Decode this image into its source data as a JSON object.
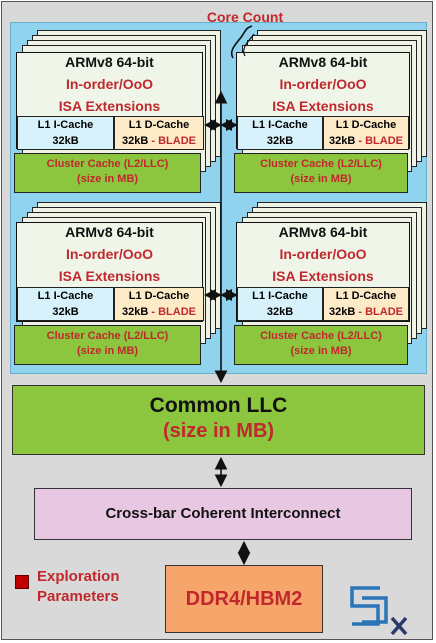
{
  "core_count_label": "Core Count",
  "clusters": [
    {
      "core": {
        "arch": "ARMv8 64-bit",
        "order": "In-order/OoO",
        "isa": "ISA Extensions"
      },
      "icache": {
        "name": "L1 I-Cache",
        "size": "32kB"
      },
      "dcache": {
        "name": "L1 D-Cache",
        "size": "32kB",
        "sep": " - ",
        "policy": "BLADE"
      },
      "cluster_cache": {
        "line1": "Cluster Cache (L2/LLC)",
        "line2": "(size in MB)"
      }
    },
    {
      "core": {
        "arch": "ARMv8 64-bit",
        "order": "In-order/OoO",
        "isa": "ISA Extensions"
      },
      "icache": {
        "name": "L1 I-Cache",
        "size": "32kB"
      },
      "dcache": {
        "name": "L1 D-Cache",
        "size": "32kB",
        "sep": " - ",
        "policy": "BLADE"
      },
      "cluster_cache": {
        "line1": "Cluster Cache (L2/LLC)",
        "line2": "(size in MB)"
      }
    },
    {
      "core": {
        "arch": "ARMv8 64-bit",
        "order": "In-order/OoO",
        "isa": "ISA Extensions"
      },
      "icache": {
        "name": "L1 I-Cache",
        "size": "32kB"
      },
      "dcache": {
        "name": "L1 D-Cache",
        "size": "32kB",
        "sep": " - ",
        "policy": "BLADE"
      },
      "cluster_cache": {
        "line1": "Cluster Cache (L2/LLC)",
        "line2": "(size in MB)"
      }
    },
    {
      "core": {
        "arch": "ARMv8 64-bit",
        "order": "In-order/OoO",
        "isa": "ISA Extensions"
      },
      "icache": {
        "name": "L1 I-Cache",
        "size": "32kB"
      },
      "dcache": {
        "name": "L1 D-Cache",
        "size": "32kB",
        "sep": " - ",
        "policy": "BLADE"
      },
      "cluster_cache": {
        "line1": "Cluster Cache (L2/LLC)",
        "line2": "(size in MB)"
      }
    }
  ],
  "common_llc": {
    "line1": "Common LLC",
    "line2": "(size in MB)"
  },
  "interconnect": "Cross-bar Coherent Interconnect",
  "memory": "DDR4/HBM2",
  "legend": {
    "line1": "Exploration",
    "line2": "Parameters"
  },
  "logo_icon": "gsx-logo",
  "colors": {
    "accent_red": "#c0282d",
    "cluster_bg": "#8fd3ee",
    "cache_green": "#8cc63f",
    "interconnect": "#e8c7e2",
    "memory": "#f7a66b"
  }
}
